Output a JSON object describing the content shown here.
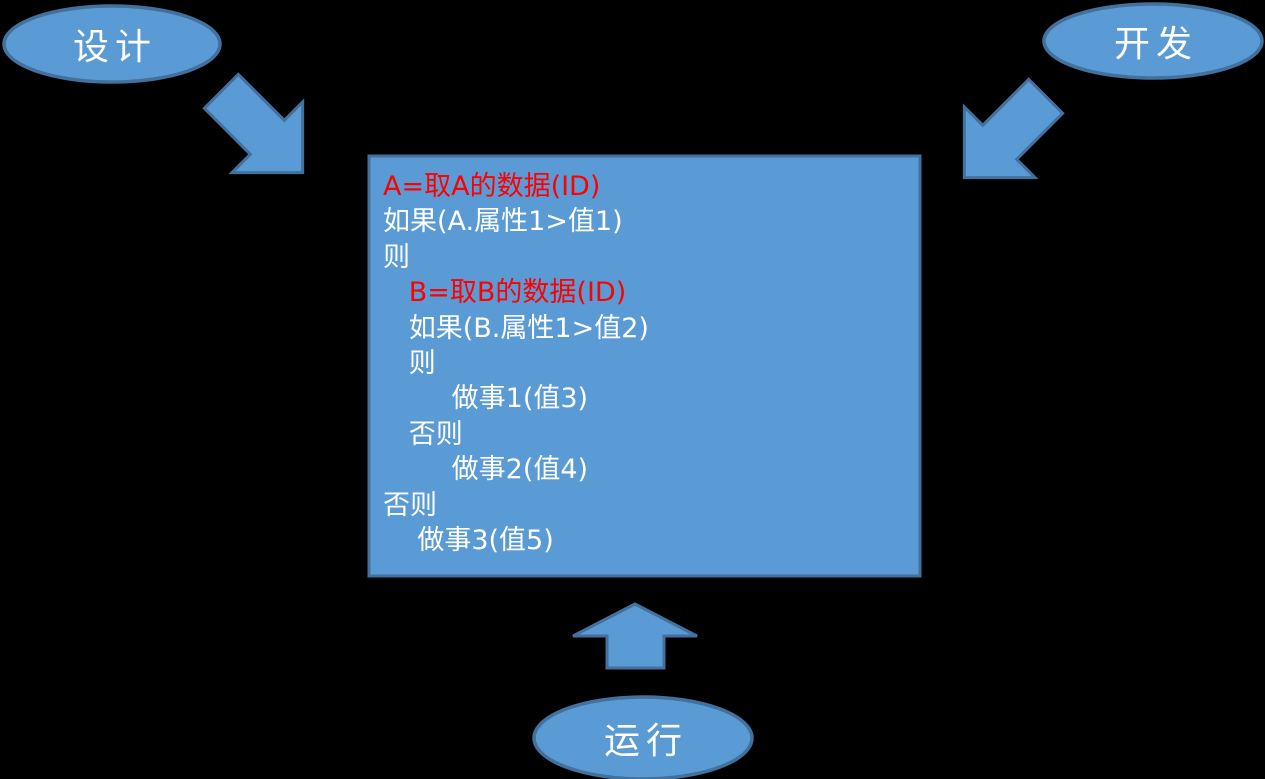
{
  "background_color": "#000000",
  "theme": {
    "shape_fill": "#5B9BD5",
    "shape_border": "#41719C",
    "text_white": "#FFFFFF",
    "text_red": "#FF0000"
  },
  "nodes": {
    "design": {
      "label": "设计"
    },
    "develop": {
      "label": "开发"
    },
    "run": {
      "label": "运行"
    }
  },
  "arrows": [
    {
      "name": "design-to-box",
      "direction": "down-right"
    },
    {
      "name": "develop-to-box",
      "direction": "down-left"
    },
    {
      "name": "run-to-box",
      "direction": "up"
    }
  ],
  "codebox": {
    "lines": [
      {
        "text": "A=取A的数据(ID)",
        "color": "red"
      },
      {
        "text": "如果(A.属性1>值1)",
        "color": "white"
      },
      {
        "text": "则",
        "color": "white"
      },
      {
        "text": "   B=取B的数据(ID)",
        "color": "red"
      },
      {
        "text": "   如果(B.属性1>值2)",
        "color": "white"
      },
      {
        "text": "   则",
        "color": "white"
      },
      {
        "text": "        做事1(值3)",
        "color": "white"
      },
      {
        "text": "   否则",
        "color": "white"
      },
      {
        "text": "        做事2(值4)",
        "color": "white"
      },
      {
        "text": "否则",
        "color": "white"
      },
      {
        "text": "    做事3(值5)",
        "color": "white"
      }
    ]
  }
}
